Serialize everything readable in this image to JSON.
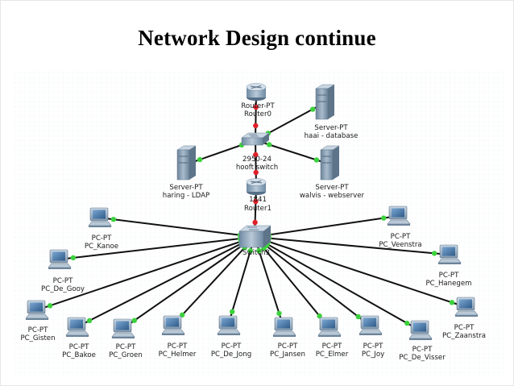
{
  "title": "Network Design continue",
  "colors": {
    "link": "#111111",
    "port_up": "#3cd23c",
    "port_down": "#e0202a",
    "device_body": "#7f98b0",
    "device_top": "#c9d6e2",
    "screen": "#4d79a8"
  },
  "nodes": {
    "router0": {
      "type": "Router-PT",
      "name": "Router0"
    },
    "server_db": {
      "type": "Server-PT",
      "name": "haai - database"
    },
    "hoofd_switch": {
      "type": "2950-24",
      "name": "hooft switch"
    },
    "server_ldap": {
      "type": "Server-PT",
      "name": "haring - LDAP"
    },
    "server_web": {
      "type": "Server-PT",
      "name": "walvis - webserver"
    },
    "router1": {
      "type": "1841",
      "name": "Router1"
    },
    "switch3": {
      "type": "",
      "name": "Switch3"
    },
    "pc_kanoe": {
      "type": "PC-PT",
      "name": "PC_Kanoe"
    },
    "pc_de_gooy": {
      "type": "PC-PT",
      "name": "PC_De_Gooy"
    },
    "pc_gisten": {
      "type": "PC-PT",
      "name": "PC_Gisten"
    },
    "pc_bakoe": {
      "type": "PC-PT",
      "name": "PC_Bakoe"
    },
    "pc_groen": {
      "type": "PC-PT",
      "name": "PC_Groen"
    },
    "pc_helmer": {
      "type": "PC-PT",
      "name": "PC_Helmer"
    },
    "pc_de_jong": {
      "type": "PC-PT",
      "name": "PC_De_Jong"
    },
    "pc_jansen": {
      "type": "PC-PT",
      "name": "PC_Jansen"
    },
    "pc_elmer": {
      "type": "PC-PT",
      "name": "PC_Elmer"
    },
    "pc_joy": {
      "type": "PC-PT",
      "name": "PC_Joy"
    },
    "pc_de_visser": {
      "type": "PC-PT",
      "name": "PC_De_Visser"
    },
    "pc_zaanstra": {
      "type": "PC-PT",
      "name": "PC_Zaanstra"
    },
    "pc_hanegem": {
      "type": "PC-PT",
      "name": "PC_Hanegem"
    },
    "pc_veenstra": {
      "type": "PC-PT",
      "name": "PC_Veenstra"
    }
  },
  "links": [
    [
      "router0",
      "hoofd_switch"
    ],
    [
      "server_db",
      "hoofd_switch"
    ],
    [
      "server_ldap",
      "hoofd_switch"
    ],
    [
      "server_web",
      "hoofd_switch"
    ],
    [
      "hoofd_switch",
      "router1"
    ],
    [
      "router1",
      "switch3"
    ],
    [
      "switch3",
      "pc_kanoe"
    ],
    [
      "switch3",
      "pc_de_gooy"
    ],
    [
      "switch3",
      "pc_gisten"
    ],
    [
      "switch3",
      "pc_bakoe"
    ],
    [
      "switch3",
      "pc_groen"
    ],
    [
      "switch3",
      "pc_helmer"
    ],
    [
      "switch3",
      "pc_de_jong"
    ],
    [
      "switch3",
      "pc_jansen"
    ],
    [
      "switch3",
      "pc_elmer"
    ],
    [
      "switch3",
      "pc_joy"
    ],
    [
      "switch3",
      "pc_de_visser"
    ],
    [
      "switch3",
      "pc_zaanstra"
    ],
    [
      "switch3",
      "pc_hanegem"
    ],
    [
      "switch3",
      "pc_veenstra"
    ]
  ]
}
